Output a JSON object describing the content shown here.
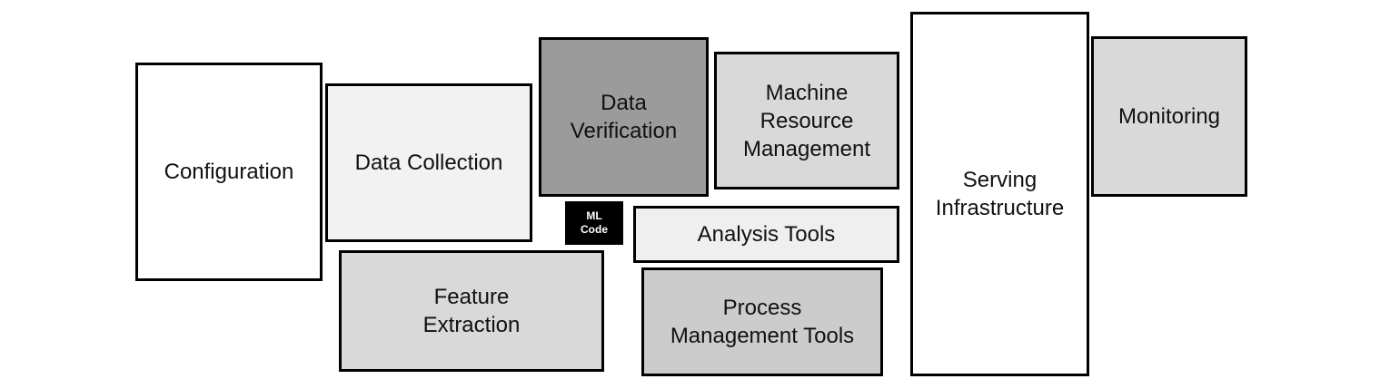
{
  "diagram": {
    "boxes": {
      "configuration": {
        "label": "Configuration",
        "fill": "#ffffff"
      },
      "data_collection": {
        "label": "Data Collection",
        "fill": "#f2f2f2"
      },
      "data_verification": {
        "label": "Data\nVerification",
        "fill": "#9b9b9b"
      },
      "machine_resource_management": {
        "label": "Machine\nResource\nManagement",
        "fill": "#d9d9d9"
      },
      "ml_code": {
        "label": "ML\nCode",
        "fill": "#000000"
      },
      "analysis_tools": {
        "label": "Analysis Tools",
        "fill": "#efefef"
      },
      "feature_extraction": {
        "label": "Feature\nExtraction",
        "fill": "#d9d9d9"
      },
      "process_management_tools": {
        "label": "Process\nManagement Tools",
        "fill": "#cccccc"
      },
      "serving_infrastructure": {
        "label": "Serving\nInfrastructure",
        "fill": "#ffffff"
      },
      "monitoring": {
        "label": "Monitoring",
        "fill": "#d9d9d9"
      }
    }
  }
}
